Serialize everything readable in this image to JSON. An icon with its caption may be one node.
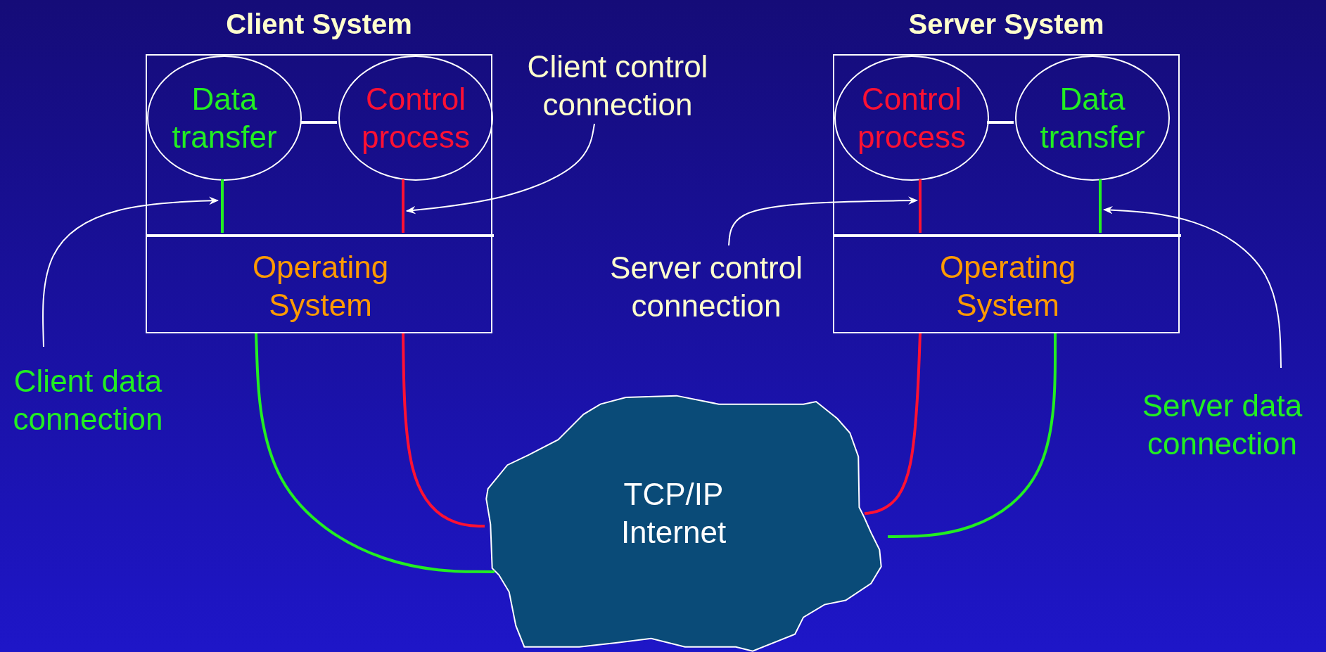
{
  "diagram": {
    "nodes": [
      {
        "text": [
          "Client System"
        ]
      },
      {
        "text": [
          "Data transfer"
        ],
        "in": 0
      },
      {
        "text": [
          "Control process"
        ],
        "in": 0
      },
      {
        "text": [
          "Operating System"
        ],
        "in": 0
      },
      {
        "text": [
          "Client control connection"
        ]
      },
      {
        "text": [
          "Client data connection"
        ]
      },
      {
        "text": [
          "Server System"
        ]
      },
      {
        "text": [
          "Control process"
        ],
        "in": 6
      },
      {
        "text": [
          "Data transfer"
        ],
        "in": 6
      },
      {
        "text": [
          "Operating System"
        ],
        "in": 6
      },
      {
        "text": [
          "Server control connection"
        ]
      },
      {
        "text": [
          "Server data connection"
        ]
      },
      {
        "text": [
          "TCP/IP Internet"
        ]
      }
    ],
    "edges": [
      {
        "from": 1,
        "to": 2,
        "arrow": "none"
      },
      {
        "from": 1,
        "to": 3,
        "arrow": "none",
        "color": "#22ee22"
      },
      {
        "from": 2,
        "to": 3,
        "arrow": "none",
        "color": "#ff1133"
      },
      {
        "from": 4,
        "to": 3,
        "arrow": "to"
      },
      {
        "from": 5,
        "to": 1,
        "arrow": "to"
      },
      {
        "from": 7,
        "to": 8,
        "arrow": "none"
      },
      {
        "from": 7,
        "to": 9,
        "arrow": "none",
        "color": "#ff1133"
      },
      {
        "from": 8,
        "to": 9,
        "arrow": "none",
        "color": "#22ee22"
      },
      {
        "from": 10,
        "to": 7,
        "arrow": "to"
      },
      {
        "from": 11,
        "to": 9,
        "arrow": "to"
      },
      {
        "from": 3,
        "to": 12,
        "arrow": "none",
        "color": "#22ee22"
      },
      {
        "from": 3,
        "to": 12,
        "arrow": "none",
        "color": "#ff1133"
      },
      {
        "from": 9,
        "to": 12,
        "arrow": "none",
        "color": "#ff1133"
      },
      {
        "from": 9,
        "to": 12,
        "arrow": "none",
        "color": "#22ee22"
      }
    ]
  }
}
